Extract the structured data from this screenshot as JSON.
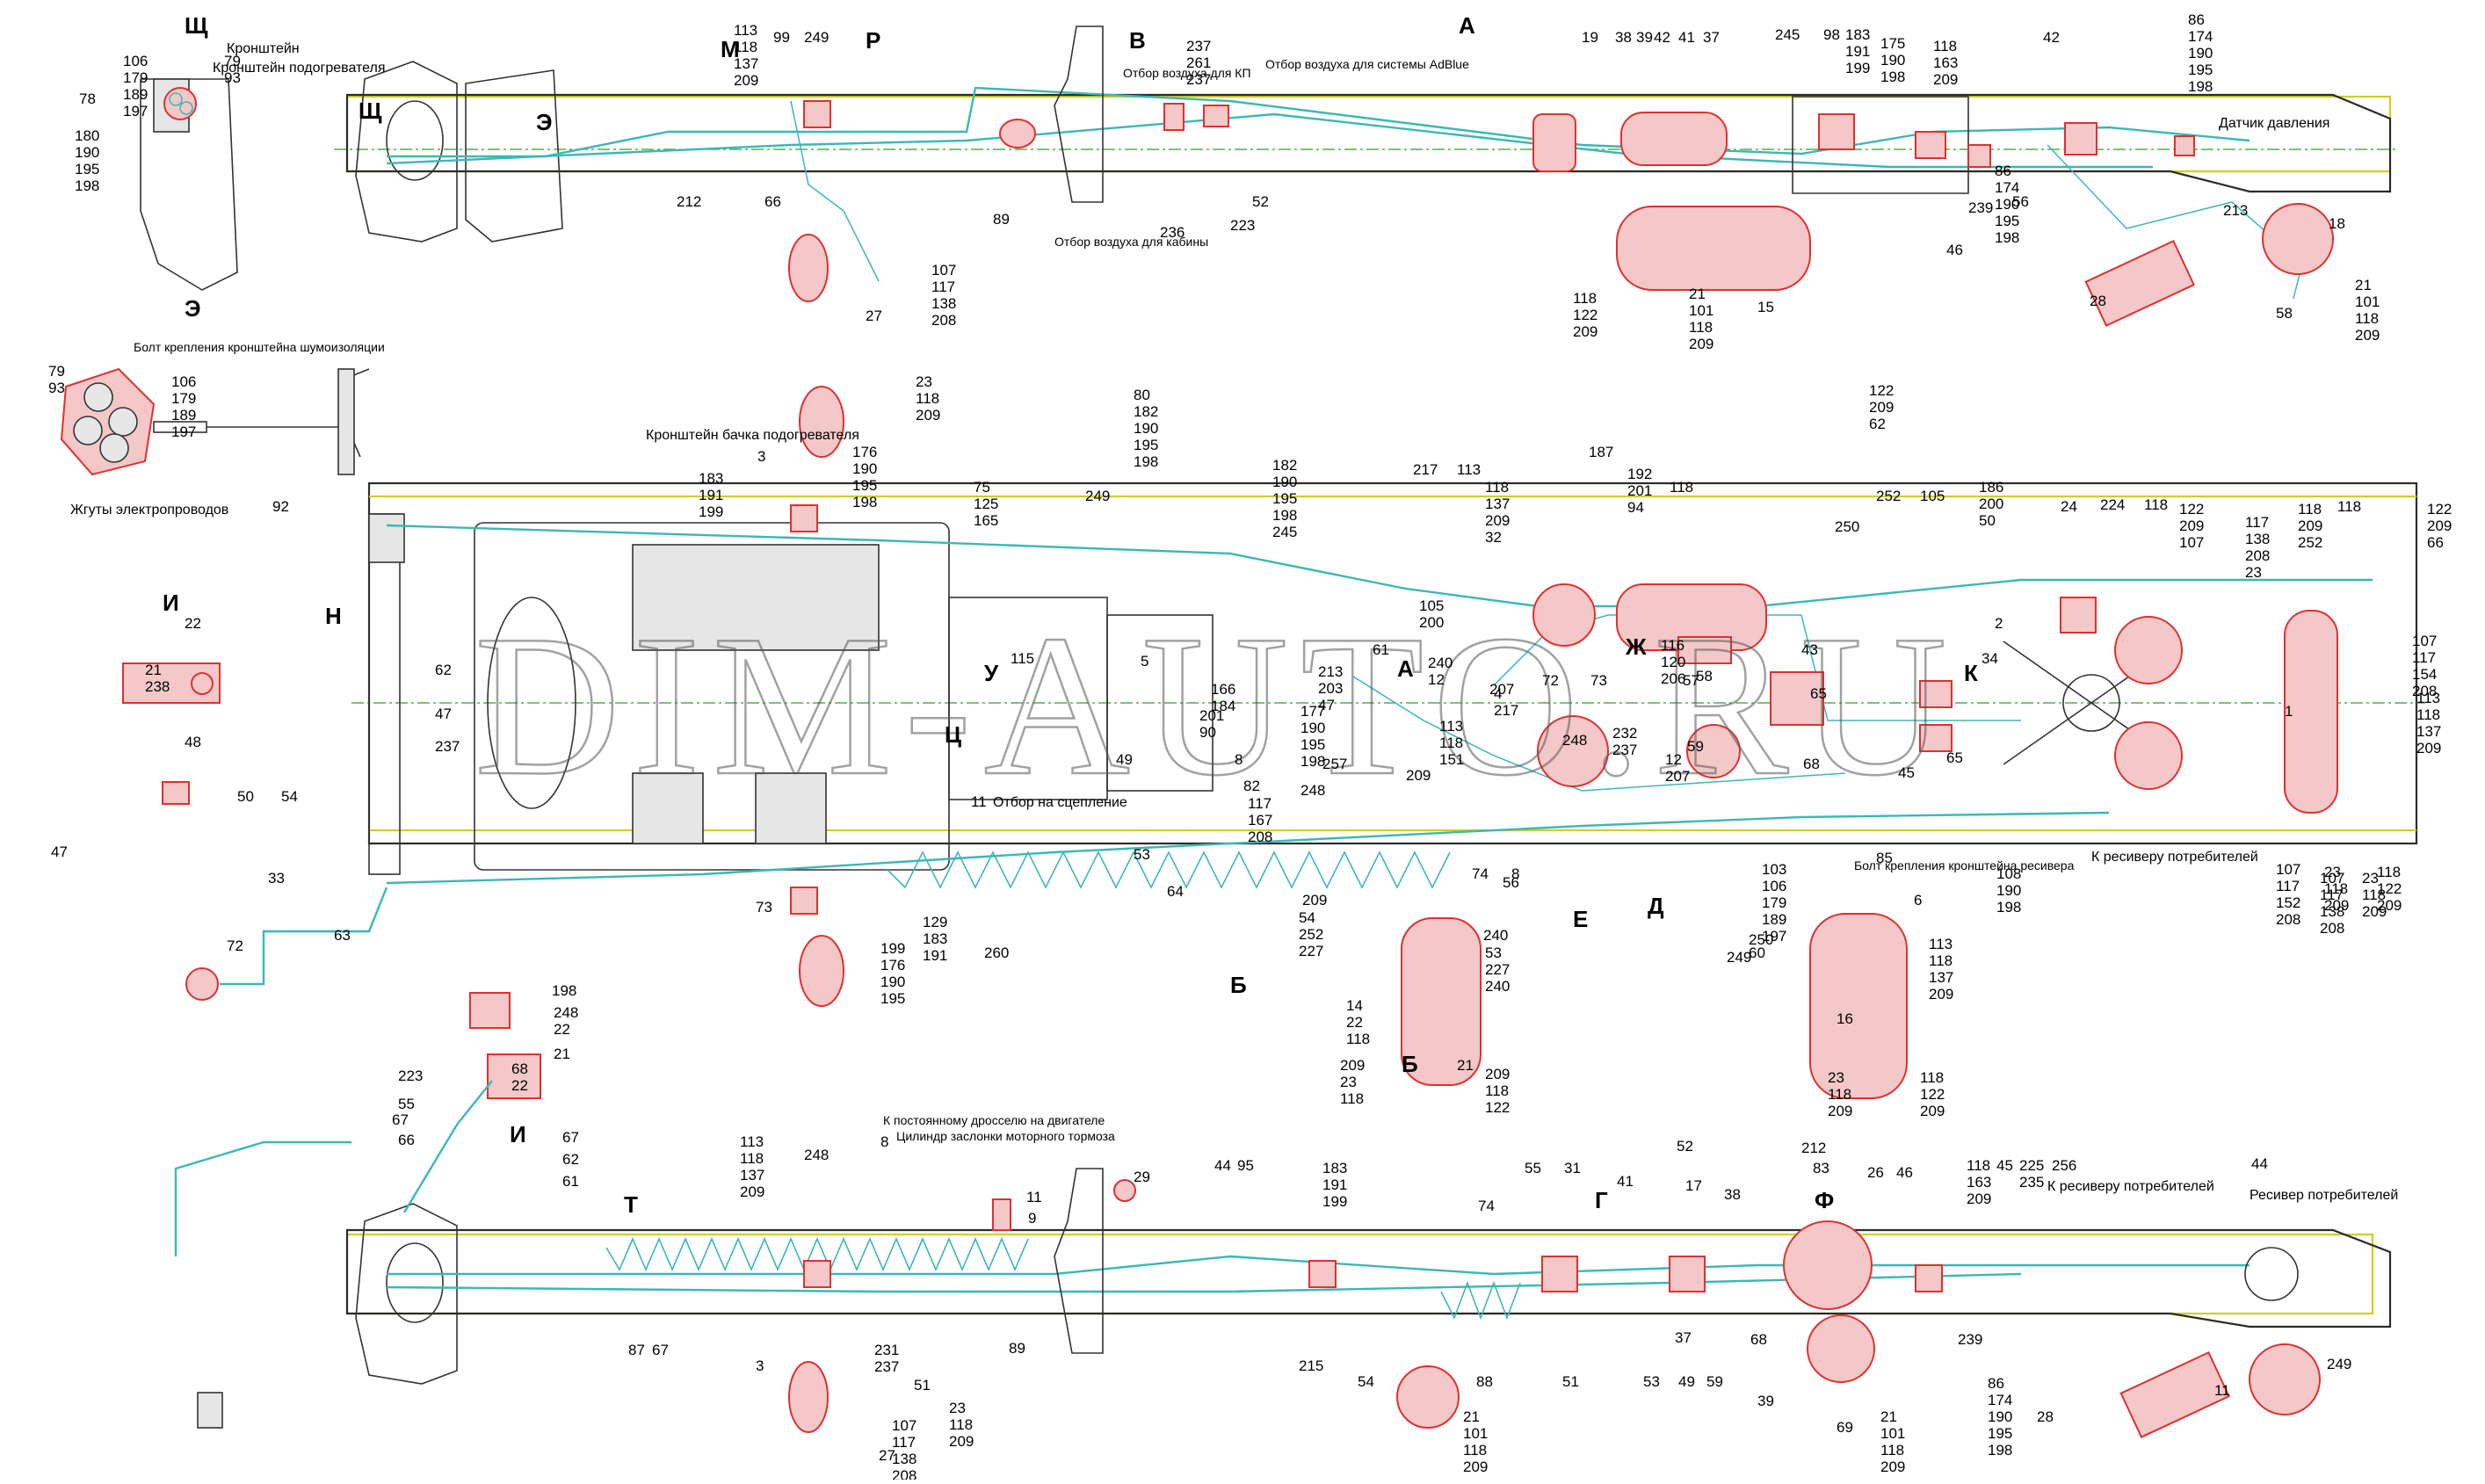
{
  "views": {
    "top_view_label": "А",
    "section_shch": "Щ",
    "section_e": "Э",
    "section_i": "И",
    "arrow_shch": "Щ",
    "arrow_e": "Э",
    "arrow_m": "М",
    "arrow_r": "Р",
    "arrow_v": "В",
    "arrow_b": "Б",
    "arrow_n": "Н",
    "arrow_u": "У",
    "arrow_ts": "Ц",
    "arrow_zh": "Ж",
    "arrow_k": "К",
    "arrow_e2": "Е",
    "arrow_d": "Д",
    "arrow_t": "Т",
    "arrow_g": "Г",
    "arrow_f": "Ф",
    "arrow_i": "И",
    "label_b": "Б",
    "label_a": "А"
  },
  "notes": {
    "heater_bracket": "Кронштейн подогревателя",
    "air_gearbox": "Отбор воздуха для КП",
    "air_adblue": "Отбор воздуха для системы AdBlue",
    "air_cabin": "Отбор воздуха для кабины",
    "pressure_sensor": "Датчик давления",
    "noise_bolt": "Болт крепления кронштейна шумоизоляции",
    "wiring_harness": "Жгуты электропроводов",
    "heater_tank_bracket": "Кронштейн бачка подогревателя",
    "clutch_bleed": "Отбор на сцепление",
    "receiver_bolt": "Болт крепления кронштейна ресивера",
    "to_consumer_receiver": "К ресиверу потребителей",
    "to_throttle": "К постоянному дросселю на двигателе",
    "flap_cylinder": "Цилиндр заслонки моторного тормоза",
    "consumer_receiver": "Ресивер потребителей"
  },
  "callouts": {
    "top": [
      "19",
      "38",
      "39",
      "42",
      "41",
      "37",
      "245",
      "98",
      "183",
      "191",
      "199",
      "175",
      "190",
      "198",
      "118",
      "163",
      "209",
      "42",
      "86",
      "174",
      "190",
      "195",
      "198",
      "249",
      "99",
      "113",
      "118",
      "137",
      "209",
      "237",
      "261",
      "237",
      "212",
      "66",
      "89",
      "236",
      "223",
      "52",
      "27",
      "107",
      "117",
      "138",
      "208",
      "15",
      "21",
      "101",
      "118",
      "209",
      "46",
      "239",
      "56",
      "213",
      "28",
      "58",
      "18",
      "21",
      "101",
      "118",
      "209",
      "118",
      "122",
      "209",
      "86",
      "174",
      "190",
      "195",
      "198",
      "78",
      "106",
      "179",
      "189",
      "197",
      "180",
      "190",
      "195",
      "198",
      "79",
      "93"
    ],
    "middle": [
      "106",
      "179",
      "189",
      "197",
      "79",
      "93",
      "92",
      "23",
      "118",
      "209",
      "3",
      "183",
      "191",
      "199",
      "176",
      "190",
      "195",
      "198",
      "75",
      "125",
      "165",
      "80",
      "182",
      "190",
      "195",
      "198",
      "249",
      "182",
      "190",
      "195",
      "198",
      "245",
      "217",
      "113",
      "118",
      "137",
      "209",
      "32",
      "187",
      "192",
      "201",
      "94",
      "118",
      "122",
      "209",
      "62",
      "250",
      "252",
      "105",
      "186",
      "200",
      "50",
      "24",
      "224",
      "118",
      "122",
      "209",
      "107",
      "117",
      "138",
      "208",
      "23",
      "118",
      "209",
      "252",
      "118",
      "122",
      "209",
      "66",
      "62",
      "47",
      "237",
      "22",
      "21",
      "238",
      "48",
      "50",
      "54",
      "33",
      "47",
      "63",
      "72",
      "5",
      "115",
      "166",
      "184",
      "201",
      "90",
      "213",
      "203",
      "47",
      "240",
      "12",
      "207",
      "4",
      "217",
      "61",
      "105",
      "200",
      "116",
      "120",
      "206",
      "58",
      "72",
      "73",
      "232",
      "237",
      "248",
      "12",
      "207",
      "43",
      "57",
      "59",
      "68",
      "65",
      "34",
      "2",
      "65",
      "1",
      "107",
      "117",
      "154",
      "208",
      "113",
      "118",
      "137",
      "209",
      "8",
      "82",
      "117",
      "167",
      "208",
      "177",
      "190",
      "195",
      "198",
      "257",
      "248",
      "113",
      "118",
      "151",
      "209",
      "64",
      "49",
      "260",
      "11",
      "8",
      "53",
      "73",
      "129",
      "183",
      "191",
      "199",
      "176",
      "190",
      "195",
      "198",
      "248",
      "22",
      "21",
      "223",
      "55",
      "66",
      "67",
      "62",
      "61",
      "68",
      "22",
      "21",
      "14",
      "22",
      "118",
      "209",
      "23",
      "118",
      "209",
      "118",
      "122",
      "209",
      "54",
      "252",
      "227",
      "240",
      "53",
      "227",
      "240",
      "56",
      "74",
      "16",
      "85",
      "6",
      "103",
      "106",
      "179",
      "189",
      "197",
      "60",
      "250",
      "249",
      "113",
      "118",
      "137",
      "209",
      "23",
      "118",
      "209",
      "118",
      "122",
      "209",
      "45",
      "108",
      "190",
      "198",
      "107",
      "117",
      "152",
      "208",
      "23",
      "118",
      "209",
      "118",
      "122",
      "209",
      "23",
      "118",
      "209",
      "107",
      "117",
      "138",
      "208"
    ],
    "bottom": [
      "113",
      "118",
      "137",
      "209",
      "248",
      "8",
      "11",
      "9",
      "29",
      "44",
      "95",
      "183",
      "191",
      "199",
      "74",
      "55",
      "31",
      "41",
      "52",
      "17",
      "38",
      "212",
      "83",
      "26",
      "46",
      "118",
      "163",
      "209",
      "45",
      "225",
      "235",
      "256",
      "44",
      "67",
      "87",
      "67",
      "3",
      "231",
      "237",
      "51",
      "89",
      "88",
      "215",
      "54",
      "21",
      "101",
      "118",
      "209",
      "51",
      "53",
      "37",
      "49",
      "59",
      "68",
      "39",
      "69",
      "21",
      "101",
      "118",
      "209",
      "239",
      "86",
      "174",
      "190",
      "195",
      "198",
      "28",
      "11",
      "249",
      "23",
      "118",
      "209",
      "107",
      "117",
      "138",
      "208",
      "27"
    ]
  },
  "watermark": "DIM-AUTO.RU"
}
